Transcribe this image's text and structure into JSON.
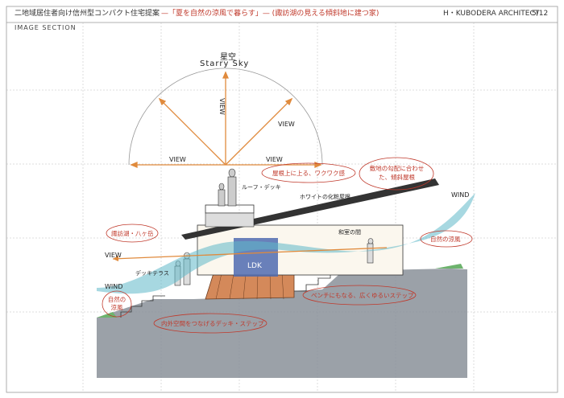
{
  "header": {
    "left_title": "二地域居住者向け信州型コンパクト住宅提案",
    "center_title": "—「夏を自然の涼風で暮らす」—  (諏訪湖の見える傾斜地に建つ家)",
    "architect": "H・KUBODERA ARCHITECT",
    "page": "5/12"
  },
  "section_label": "IMAGE SECTION",
  "sky": {
    "kanji": "星空",
    "english": "Starry Sky"
  },
  "view_labels": [
    "VIEW",
    "VIEW",
    "VIEW",
    "VIEW"
  ],
  "sketch_labels": {
    "roof_deck": "ルーフ・デッキ",
    "ceiling": "ホワイトの化粧屋根",
    "ldk": "LDK",
    "deck_terrace": "デッキテラス",
    "japanese_room": "和室の間",
    "wind_right": "WIND",
    "wind_left": "WIND",
    "view_left": "VIEW"
  },
  "notes": {
    "rooftop": "屋根上に上る、ワクワク感",
    "slope_roof": "敷地の勾配に合わせた、傾斜屋根",
    "lake": "諏訪湖・八ヶ岳",
    "natural_breeze_right": "自然の涼風",
    "bench_step": "ベンチにもなる、広くゆるいステップ",
    "natural_breeze_left": "自然の涼風",
    "deck_step": "内外空間をつなげるデッキ・ステップ"
  },
  "colors": {
    "accent_red": "#c0392b",
    "wind_blue": "#5fb8c8",
    "view_orange": "#e08a3c",
    "ground_gray": "#8a9099"
  }
}
